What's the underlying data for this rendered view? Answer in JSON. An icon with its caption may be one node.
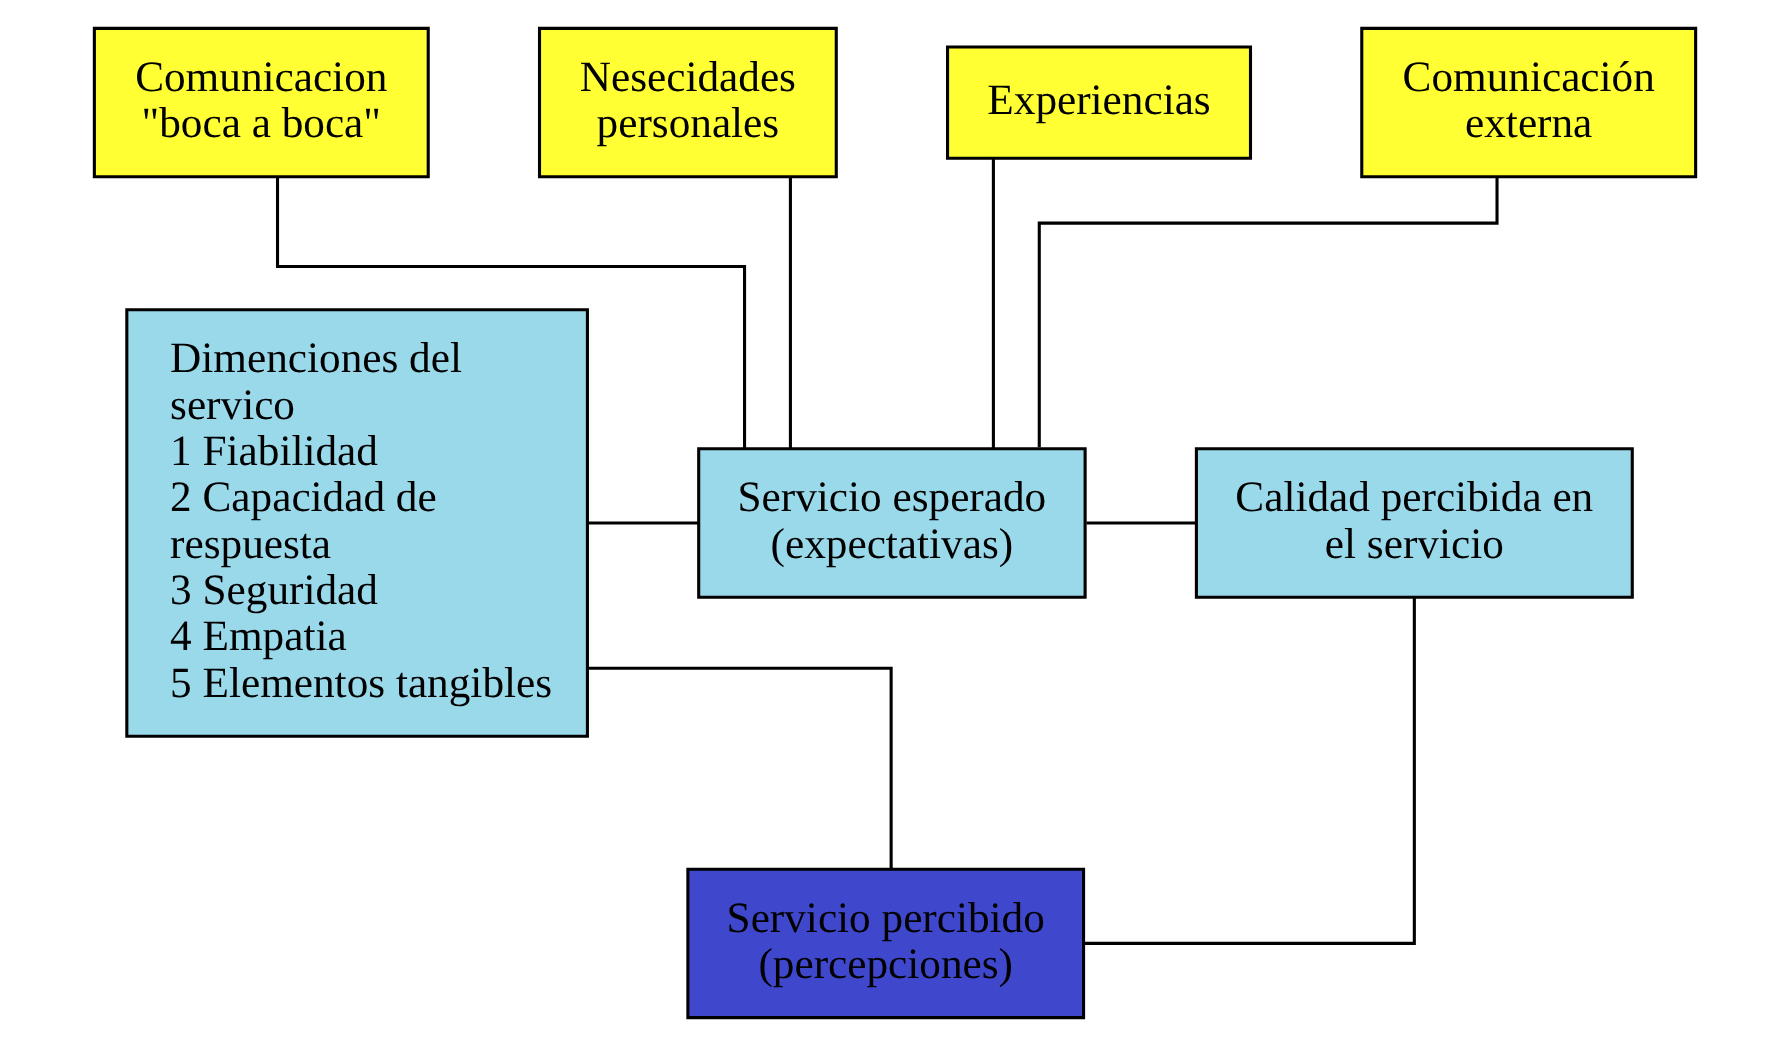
{
  "diagram": {
    "nodes": [
      {
        "text": [
          "Comunicacion \"boca a boca\""
        ]
      },
      {
        "text": [
          "Nesecidades personales"
        ]
      },
      {
        "text": [
          "Experiencias"
        ]
      },
      {
        "text": [
          "Comunicación externa"
        ]
      },
      {
        "text": [
          "Dimenciones del servico",
          "1 Fiabilidad",
          "2 Capacidad de respuesta",
          "3 Seguridad",
          "4 Empatia",
          "5 Elementos tangibles"
        ]
      },
      {
        "text": [
          "Servicio esperado (expectativas)"
        ]
      },
      {
        "text": [
          "Servicio percibido (percepciones)"
        ]
      },
      {
        "text": [
          "Calidad percibida en el servicio"
        ]
      }
    ],
    "edges": [
      {
        "from": 0,
        "to": 5,
        "arrow": "none"
      },
      {
        "from": 1,
        "to": 5,
        "arrow": "none"
      },
      {
        "from": 2,
        "to": 5,
        "arrow": "none"
      },
      {
        "from": 3,
        "to": 5,
        "arrow": "none"
      },
      {
        "from": 4,
        "to": 5,
        "arrow": "none"
      },
      {
        "from": 4,
        "to": 6,
        "arrow": "none"
      },
      {
        "from": 5,
        "to": 7,
        "arrow": "none"
      },
      {
        "from": 6,
        "to": 7,
        "arrow": "none"
      }
    ]
  }
}
